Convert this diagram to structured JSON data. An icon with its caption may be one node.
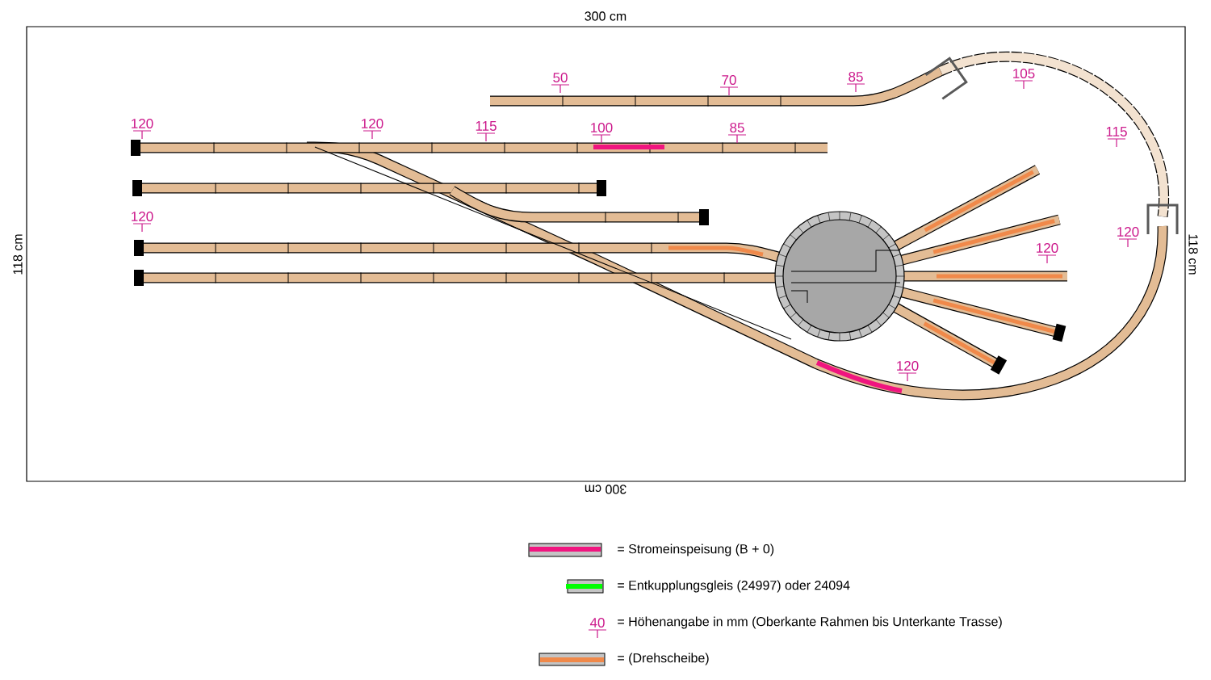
{
  "diagram": {
    "labels": [
      "300 cm",
      "50",
      "70",
      "85",
      "105",
      "120",
      "120",
      "115",
      "100",
      "85",
      "115",
      "120",
      "118 cm",
      "118 cm",
      "120",
      "120",
      "120",
      "300 cm",
      "40"
    ],
    "legend": [
      {
        "text": "= Stromeinspeisung (B + 0)"
      },
      {
        "text": "= Entkupplungsgleis (24997) oder 24094"
      },
      {
        "text": "= Höhenangabe in mm (Oberkante Rahmen bis Unterkante Trasse)"
      },
      {
        "text": "= (Drehscheibe)"
      }
    ]
  }
}
